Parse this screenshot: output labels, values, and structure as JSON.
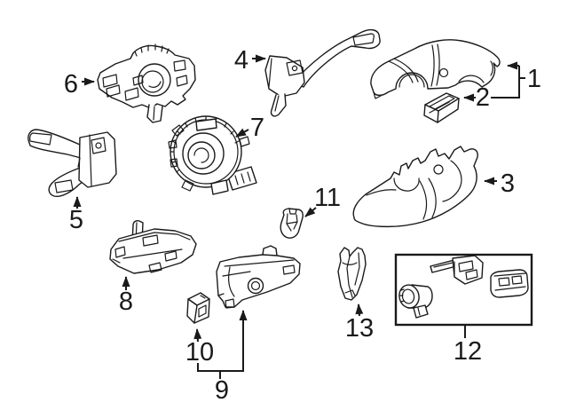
{
  "figure": {
    "kind": "exploded-parts-diagram",
    "subject": "steering column switches and covers"
  },
  "colors": {
    "background": "#ffffff",
    "line": "#1a1a1a"
  },
  "callouts": [
    {
      "label": "1",
      "part": "upper-column-cover"
    },
    {
      "label": "2",
      "part": "column-cover-cap"
    },
    {
      "label": "3",
      "part": "lower-column-cover"
    },
    {
      "label": "4",
      "part": "wiper-switch-lever"
    },
    {
      "label": "5",
      "part": "turn-signal-lever"
    },
    {
      "label": "6",
      "part": "combination-switch-base"
    },
    {
      "label": "7",
      "part": "clockspring"
    },
    {
      "label": "8",
      "part": "housing-bracket"
    },
    {
      "label": "9",
      "part": "column-housing"
    },
    {
      "label": "10",
      "part": "switch-block"
    },
    {
      "label": "11",
      "part": "clip"
    },
    {
      "label": "12",
      "part": "lock-cylinder-and-key-set"
    },
    {
      "label": "13",
      "part": "bracket-cover"
    }
  ]
}
